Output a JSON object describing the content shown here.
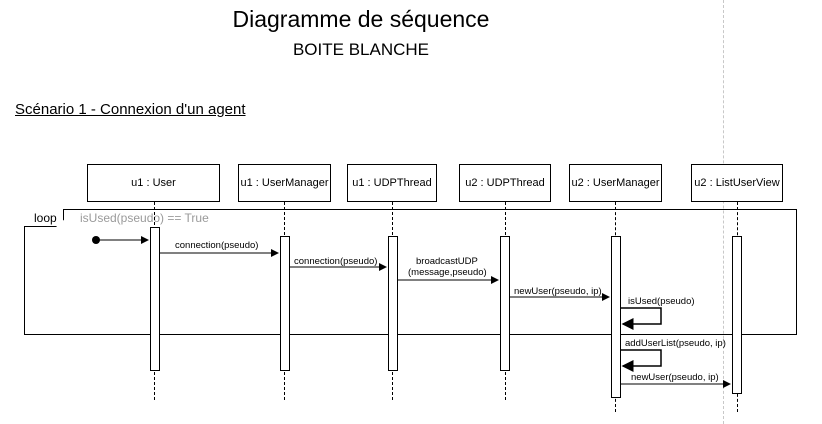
{
  "title": "Diagramme de séquence",
  "subtitle": "BOITE BLANCHE",
  "scenario": "Scénario 1 - Connexion d'un agent",
  "loop": {
    "keyword": "loop",
    "guard": "isUsed(pseudo) == True"
  },
  "lifelines": [
    {
      "label": "u1 : User"
    },
    {
      "label": "u1 : UserManager"
    },
    {
      "label": "u1 : UDPThread"
    },
    {
      "label": "u2 : UDPThread"
    },
    {
      "label": "u2 : UserManager"
    },
    {
      "label": "u2 : ListUserView"
    }
  ],
  "messages": [
    {
      "label": "connection(pseudo)"
    },
    {
      "label": "connection(pseudo)"
    },
    {
      "label_line1": "broadcastUDP",
      "label_line2": "(message,pseudo)"
    },
    {
      "label": "newUser(pseudo, ip)"
    },
    {
      "label": "isUsed(pseudo)"
    },
    {
      "label": "addUserList(pseudo, ip)"
    },
    {
      "label": "newUser(pseudo, ip)"
    }
  ]
}
